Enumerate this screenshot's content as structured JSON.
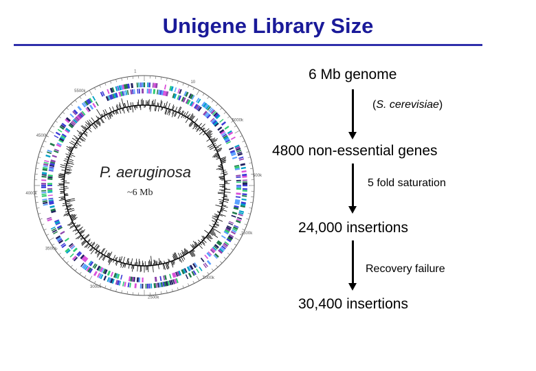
{
  "title": "Unigene Library Size",
  "genome_map": {
    "species": "P. aeruginosa",
    "size_label": "~6 Mb",
    "tick_labels": [
      "1",
      "10",
      "5000k",
      "500k",
      "1500k",
      "2000k",
      "2500k",
      "3000k",
      "3500k",
      "4000k",
      "4500k",
      "5500k"
    ]
  },
  "flow": {
    "step1": {
      "main": "6 Mb genome",
      "note_open": "(",
      "note_italic": "S. cerevisiae",
      "note_close": ")"
    },
    "step2": {
      "main": "4800 non-essential genes",
      "note": "5 fold saturation"
    },
    "step3": {
      "main": "24,000 insertions",
      "note": "Recovery failure"
    },
    "step4": {
      "main": "30,400 insertions"
    }
  },
  "colors": {
    "title": "#1a1a99",
    "rule": "#2e2eaa",
    "gene_palette": [
      "#3b3bd6",
      "#00a0c8",
      "#8e44ad",
      "#2ecc71",
      "#d94fd9",
      "#1f7a4a",
      "#5aa0ff",
      "#202060"
    ]
  }
}
